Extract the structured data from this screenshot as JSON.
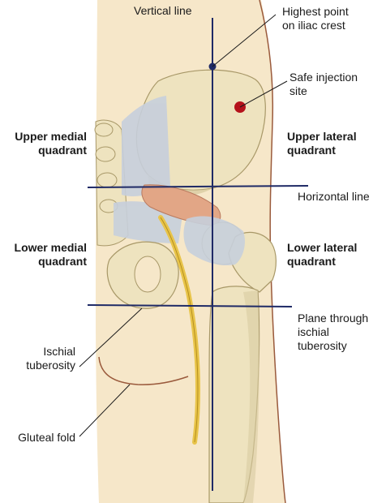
{
  "labels": {
    "vertical_line": "Vertical line",
    "highest_point": [
      "Highest point",
      "on iliac crest"
    ],
    "safe_injection_site": [
      "Safe injection",
      "site"
    ],
    "upper_medial": [
      "Upper medial",
      "quadrant"
    ],
    "upper_lateral": [
      "Upper lateral",
      "quadrant"
    ],
    "horizontal_line": "Horizontal line",
    "lower_medial": [
      "Lower medial",
      "quadrant"
    ],
    "lower_lateral": [
      "Lower lateral",
      "quadrant"
    ],
    "plane_ischial": [
      "Plane through",
      "ischial",
      "tuberosity"
    ],
    "ischial_tuberosity": [
      "Ischial",
      "tuberosity"
    ],
    "gluteal_fold": "Gluteal fold"
  },
  "colors": {
    "skin": "#f6e7c9",
    "skin_outline": "#9a5a3c",
    "bone": "#eee3bf",
    "bone_shade": "#d9cca1",
    "ligament": "#c7cfdc",
    "muscle": "#e2a686",
    "nerve": "#e8c44a",
    "guide_line": "#1f2a66",
    "injection_dot": "#b5121b",
    "leader": "#1a1a1a"
  }
}
